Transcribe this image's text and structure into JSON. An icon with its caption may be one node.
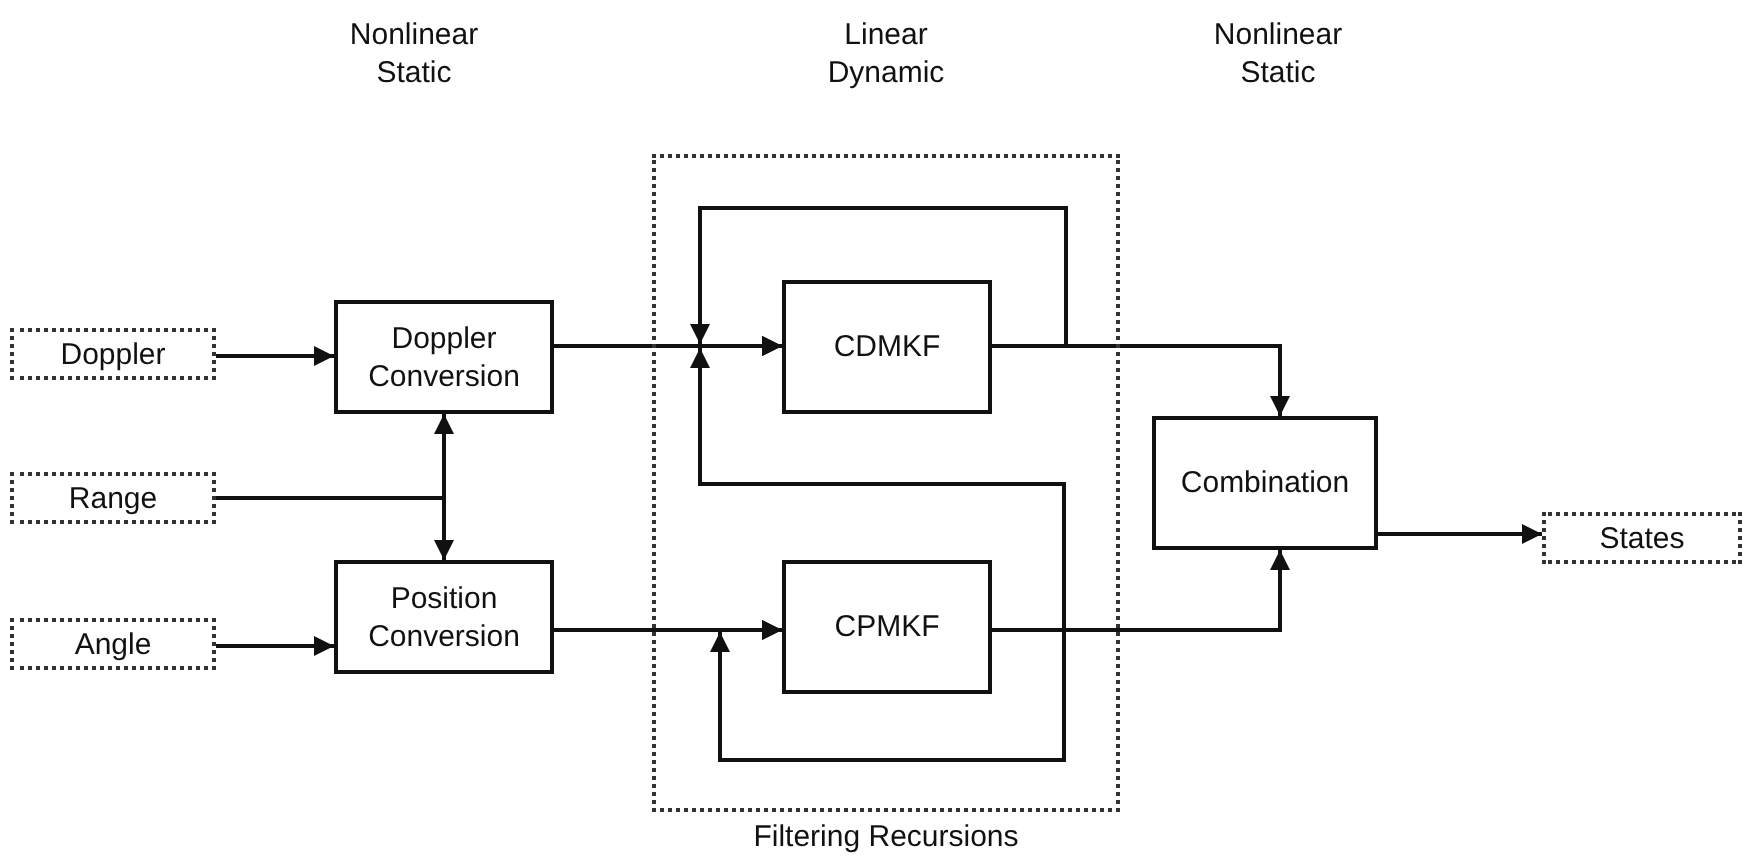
{
  "diagram": {
    "nodes": [
      {
        "text": [
          "Doppler"
        ]
      },
      {
        "text": [
          "Range"
        ]
      },
      {
        "text": [
          "Angle"
        ]
      },
      {
        "text": [
          "Doppler Conversion"
        ]
      },
      {
        "text": [
          "Position Conversion"
        ]
      },
      {
        "text": [
          "Filtering Recursions"
        ]
      },
      {
        "text": [
          "CDMKF"
        ],
        "in": 5
      },
      {
        "text": [
          "CPMKF"
        ],
        "in": 5
      },
      {
        "text": [
          "Combination"
        ]
      },
      {
        "text": [
          "States"
        ]
      }
    ],
    "edges": [
      {
        "from": 0,
        "to": 3,
        "arrow": "to"
      },
      {
        "from": 1,
        "to": 3,
        "arrow": "to"
      },
      {
        "from": 1,
        "to": 4,
        "arrow": "to"
      },
      {
        "from": 2,
        "to": 4,
        "arrow": "to"
      },
      {
        "from": 3,
        "to": 6,
        "arrow": "to"
      },
      {
        "from": 6,
        "to": 6,
        "arrow": "to"
      },
      {
        "from": 7,
        "to": 6,
        "arrow": "to"
      },
      {
        "from": 7,
        "to": 7,
        "arrow": "to"
      },
      {
        "from": 4,
        "to": 7,
        "arrow": "to"
      },
      {
        "from": 6,
        "to": 8,
        "arrow": "to"
      },
      {
        "from": 7,
        "to": 8,
        "arrow": "to"
      },
      {
        "from": 8,
        "to": 9,
        "arrow": "to"
      }
    ],
    "labels": [
      "Nonlinear Static",
      "Linear Dynamic",
      "Nonlinear Static"
    ]
  }
}
